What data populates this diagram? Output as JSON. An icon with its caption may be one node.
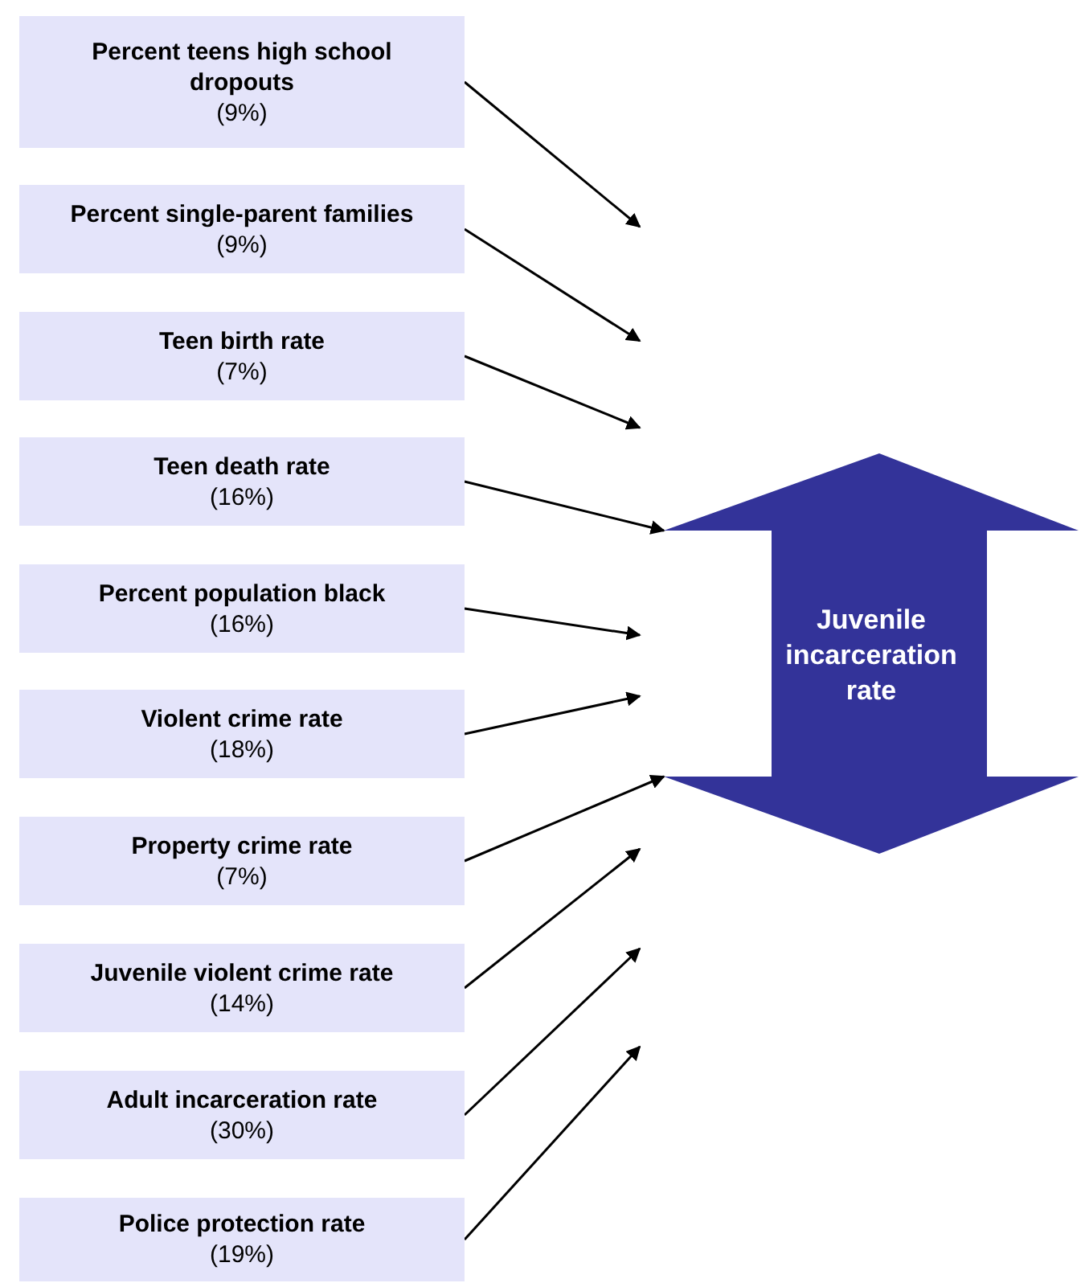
{
  "diagram": {
    "nodes": [
      {
        "text": [
          "Percent teens high school dropouts",
          "(9%)"
        ]
      },
      {
        "text": [
          "Percent single-parent families",
          "(9%)"
        ]
      },
      {
        "text": [
          "Teen birth rate",
          "(7%)"
        ]
      },
      {
        "text": [
          "Teen death rate",
          "(16%)"
        ]
      },
      {
        "text": [
          "Percent population black",
          "(16%)"
        ]
      },
      {
        "text": [
          "Violent crime rate",
          "(18%)"
        ]
      },
      {
        "text": [
          "Property crime rate",
          "(7%)"
        ]
      },
      {
        "text": [
          "Juvenile violent crime rate",
          "(14%)"
        ]
      },
      {
        "text": [
          "Adult incarceration rate",
          "(30%)"
        ]
      },
      {
        "text": [
          "Police protection rate",
          "(19%)"
        ]
      },
      {
        "text": [
          "Juvenile incarceration rate"
        ]
      }
    ],
    "edges": [
      {
        "from": 0,
        "to": null,
        "arrow": "to"
      },
      {
        "from": 1,
        "to": null,
        "arrow": "to"
      },
      {
        "from": 2,
        "to": null,
        "arrow": "to"
      },
      {
        "from": 3,
        "to": 10,
        "arrow": "to"
      },
      {
        "from": 4,
        "to": null,
        "arrow": "to"
      },
      {
        "from": 5,
        "to": null,
        "arrow": "to"
      },
      {
        "from": 6,
        "to": 10,
        "arrow": "to"
      },
      {
        "from": 7,
        "to": null,
        "arrow": "to"
      },
      {
        "from": 8,
        "to": null,
        "arrow": "to"
      },
      {
        "from": 9,
        "to": null,
        "arrow": "to"
      }
    ]
  }
}
